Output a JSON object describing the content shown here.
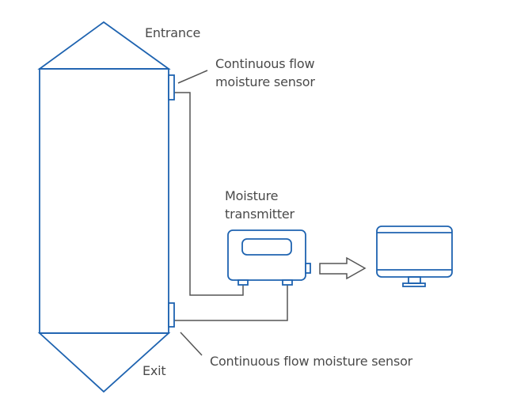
{
  "diagram": {
    "title": "Continuous flow moisture measurement setup",
    "labels": {
      "entrance": "Entrance",
      "exit": "Exit",
      "top_sensor_line1": "Continuous flow",
      "top_sensor_line2": "moisture sensor",
      "transmitter_line1": "Moisture",
      "transmitter_line2": "transmitter",
      "bottom_sensor": "Continuous flow moisture sensor"
    },
    "components": [
      {
        "id": "silo",
        "name": "Silo / dryer vessel",
        "icon": "silo-shape"
      },
      {
        "id": "top-sensor",
        "name": "Continuous flow moisture sensor (entrance)",
        "icon": "sensor-block"
      },
      {
        "id": "bottom-sensor",
        "name": "Continuous flow moisture sensor (exit)",
        "icon": "sensor-block"
      },
      {
        "id": "transmitter",
        "name": "Moisture transmitter",
        "icon": "transmitter-box"
      },
      {
        "id": "monitor",
        "name": "Computer monitor",
        "icon": "monitor-icon"
      }
    ],
    "connections": [
      {
        "from": "top-sensor",
        "to": "transmitter",
        "type": "wire"
      },
      {
        "from": "bottom-sensor",
        "to": "transmitter",
        "type": "wire"
      },
      {
        "from": "transmitter",
        "to": "monitor",
        "type": "arrow"
      }
    ],
    "colors": {
      "equipment": "#1e63b0",
      "wires": "#555555",
      "text": "#4a4a4a",
      "background": "#ffffff"
    }
  }
}
